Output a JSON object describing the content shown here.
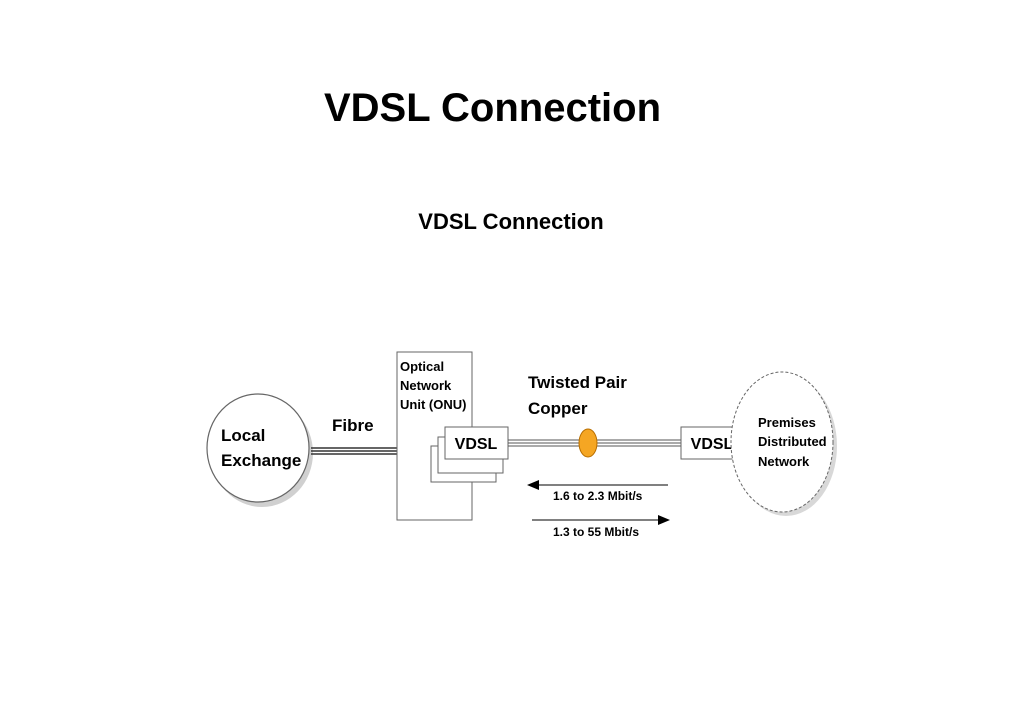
{
  "slide": {
    "title": "VDSL Connection"
  },
  "diagram": {
    "title": "VDSL Connection",
    "local_exchange": {
      "line1": "Local",
      "line2": "Exchange"
    },
    "fibre_label": "Fibre",
    "onu": {
      "line1": "Optical",
      "line2": "Network",
      "line3": "Unit (ONU)",
      "vdsl_label": "VDSL"
    },
    "twisted_pair": {
      "line1": "Twisted Pair",
      "line2": "Copper"
    },
    "remote_vdsl_label": "VDSL",
    "premises": {
      "line1": "Premises",
      "line2": "Distributed",
      "line3": "Network"
    },
    "upstream_rate": "1.6 to 2.3 Mbit/s",
    "downstream_rate": "1.3 to 55 Mbit/s",
    "colors": {
      "copper_node": "#f5a623",
      "copper_node_stroke": "#b86e00",
      "line": "#333333"
    }
  }
}
